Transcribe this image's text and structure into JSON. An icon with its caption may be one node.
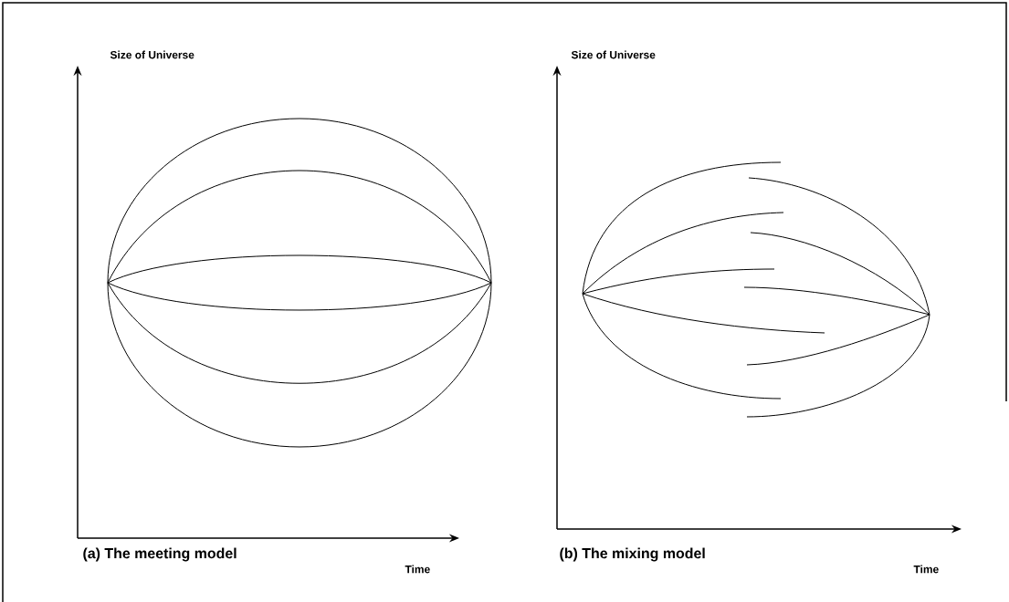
{
  "diagram": {
    "labels": [
      "Size of Universe",
      "(a) The meeting model",
      "Time",
      "Size of Universe",
      "(b) The mixing model",
      "Time"
    ]
  }
}
